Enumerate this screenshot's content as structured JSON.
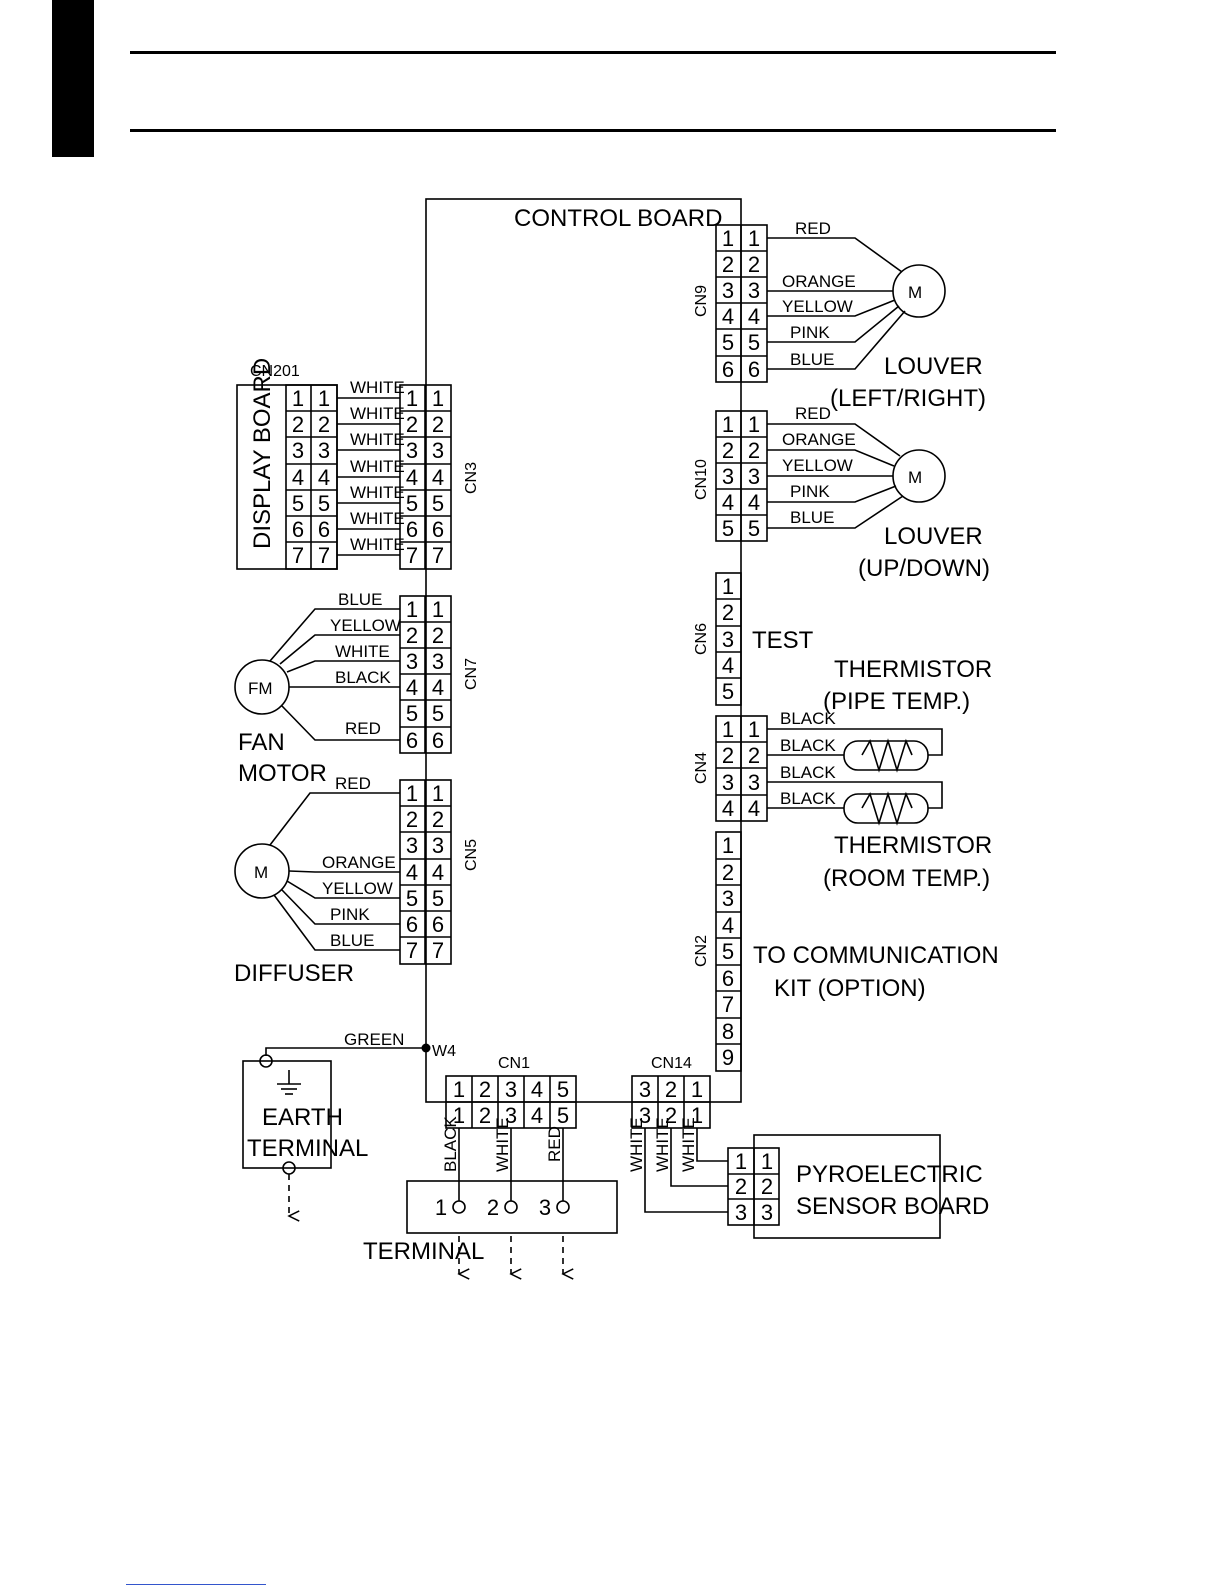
{
  "control_board": "CONTROL BOARD",
  "display_board": {
    "label": "DISPLAY BOARD",
    "connector": "CN201"
  },
  "cn3": {
    "label": "CN3",
    "pins": [
      "1",
      "2",
      "3",
      "4",
      "5",
      "6",
      "7"
    ],
    "wires": [
      "WHITE",
      "WHITE",
      "WHITE",
      "WHITE",
      "WHITE",
      "WHITE",
      "WHITE"
    ]
  },
  "cn9": {
    "label": "CN9",
    "pins": [
      "1",
      "2",
      "3",
      "4",
      "5",
      "6"
    ],
    "wires": [
      "RED",
      "ORANGE",
      "YELLOW",
      "PINK",
      "BLUE"
    ],
    "motor": "M",
    "device": [
      "LOUVER",
      "(LEFT/RIGHT)"
    ]
  },
  "cn10": {
    "label": "CN10",
    "pins": [
      "1",
      "2",
      "3",
      "4",
      "5"
    ],
    "wires": [
      "RED",
      "ORANGE",
      "YELLOW",
      "PINK",
      "BLUE"
    ],
    "motor": "M",
    "device": [
      "LOUVER",
      "(UP/DOWN)"
    ]
  },
  "cn6": {
    "label": "CN6",
    "pins": [
      "1",
      "2",
      "3",
      "4",
      "5"
    ],
    "note": "TEST"
  },
  "cn4": {
    "label": "CN4",
    "pins": [
      "1",
      "2",
      "3",
      "4"
    ],
    "wires": [
      "BLACK",
      "BLACK",
      "BLACK",
      "BLACK"
    ],
    "thermistor_pipe": [
      "THERMISTOR",
      "(PIPE TEMP.)"
    ],
    "thermistor_room": [
      "THERMISTOR",
      "(ROOM TEMP.)"
    ]
  },
  "cn2": {
    "label": "CN2",
    "pins": [
      "1",
      "2",
      "3",
      "4",
      "5",
      "6",
      "7",
      "8",
      "9"
    ],
    "note": [
      "TO COMMUNICATION",
      "KIT (OPTION)"
    ]
  },
  "cn7": {
    "label": "CN7",
    "pins": [
      "1",
      "2",
      "3",
      "4",
      "5",
      "6"
    ],
    "wires": [
      "BLUE",
      "YELLOW",
      "WHITE",
      "BLACK",
      "RED"
    ],
    "motor": "FM",
    "device": [
      "FAN",
      "MOTOR"
    ]
  },
  "cn5": {
    "label": "CN5",
    "pins": [
      "1",
      "2",
      "3",
      "4",
      "5",
      "6",
      "7"
    ],
    "wires": [
      "RED",
      "ORANGE",
      "YELLOW",
      "PINK",
      "BLUE"
    ],
    "motor": "M",
    "device": "DIFFUSER"
  },
  "ground": {
    "wire": "GREEN",
    "node": "W4",
    "device": [
      "EARTH",
      "TERMINAL"
    ]
  },
  "cn1": {
    "label": "CN1",
    "pins": [
      "1",
      "2",
      "3",
      "4",
      "5"
    ],
    "wires": [
      "BLACK",
      "WHITE",
      "RED"
    ]
  },
  "terminal": {
    "label": "TERMINAL",
    "pins": [
      "1",
      "2",
      "3"
    ]
  },
  "cn14": {
    "label": "CN14",
    "pins": [
      "3",
      "2",
      "1"
    ],
    "wires": [
      "WHITE",
      "WHITE",
      "WHITE"
    ]
  },
  "pyro": {
    "pins": [
      "1",
      "2",
      "3"
    ],
    "device": [
      "PYROELECTRIC",
      "SENSOR BOARD"
    ]
  }
}
